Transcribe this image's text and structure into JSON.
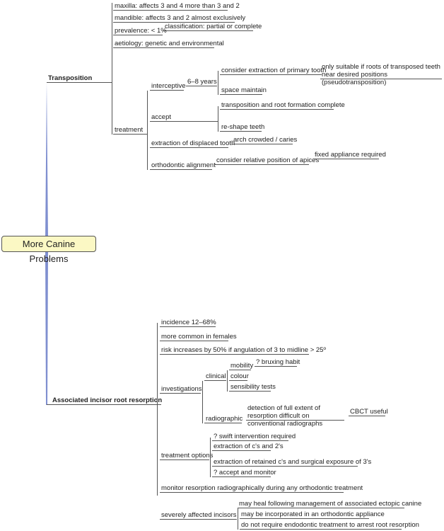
{
  "root": "More Canine Problems",
  "transposition": {
    "label": "Transposition",
    "maxilla": "maxilla: affects 3 and 4 more than 3 and 2",
    "mandible": "mandible: affects 3 and 2 almost exclusively",
    "prevalence": "prevalence: < 1%",
    "classification": "classification: partial or complete",
    "aetiology": "aetiology: genetic and environmental",
    "treatment": {
      "label": "treatment",
      "interceptive": "interceptive",
      "age": "6–8 years",
      "consider_extraction": "consider extraction of primary tooth",
      "only_suitable": "only suitable if roots of transposed teeth near desired positions (pseudotransposition)",
      "space_maintain": "space maintain",
      "accept": "accept",
      "transposition_complete": "transposition and root formation complete",
      "reshape": "re-shape teeth",
      "extraction_displaced": "extraction of displaced tooth",
      "arch_crowded": "arch crowded / caries",
      "orthodontic_alignment": "orthodontic alignment",
      "consider_apices": "consider relative position of apices",
      "fixed_appliance": "fixed appliance required"
    }
  },
  "resorption": {
    "label": "Associated incisor root resorption",
    "incidence": "incidence 12–68%",
    "females": "more common in females",
    "risk": "risk increases by 50% if angulation of 3 to midline > 25º",
    "investigations": {
      "label": "investigations",
      "clinical": "clinical",
      "mobility": "mobility",
      "bruxing": "? bruxing habit",
      "colour": "colour",
      "sensibility": "sensibility tests",
      "radiographic": "radiographic",
      "detection": "detection of full extent of resorption difficult on conventional radiographs",
      "cbct": "CBCT useful"
    },
    "treatment_options": {
      "label": "treatment options",
      "swift": "? swift intervention required",
      "extraction_c2": "extraction of c's and 2's",
      "extraction_retained": "extraction of retained c's and surgical exposure of 3's",
      "accept_monitor": "? accept and monitor"
    },
    "monitor": "monitor resorption radiographically during any orthodontic treatment",
    "severely": {
      "label": "severely affected incisors",
      "may_heal": "may heal following management of associated ectopic canine",
      "incorporated": "may be incorporated in an orthodontic appliance",
      "no_endo": "do not require endodontic treatment to arrest root resorption"
    }
  }
}
